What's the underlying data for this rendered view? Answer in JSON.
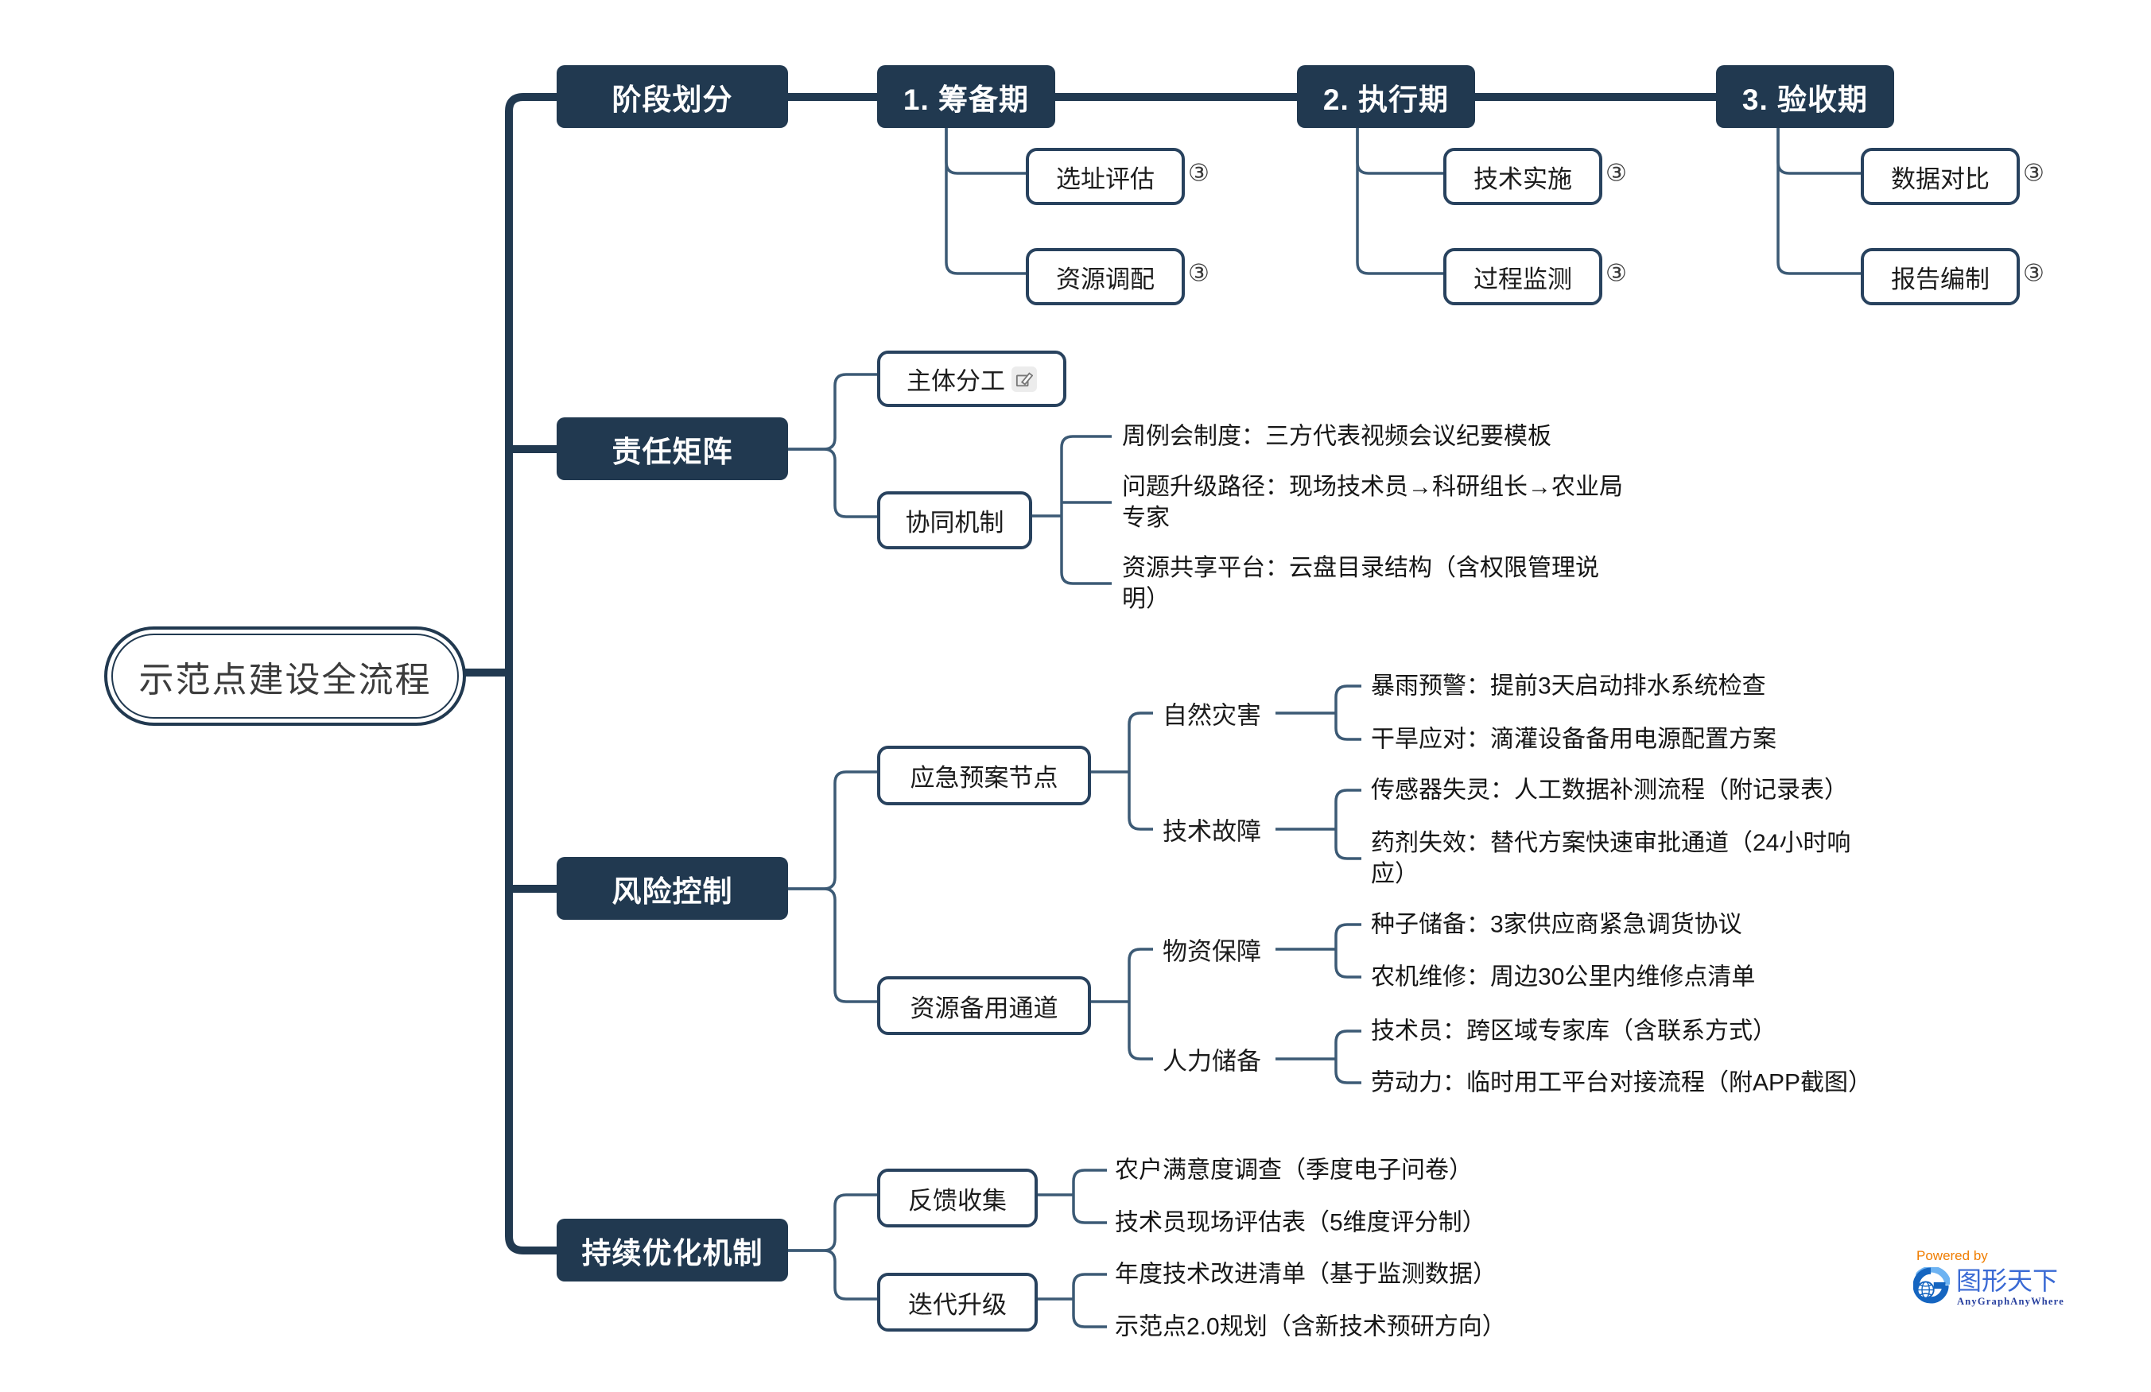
{
  "root_label": "示范点建设全流程",
  "branch_stage": {
    "label": "阶段划分",
    "periods": [
      {
        "label": "1. 筹备期",
        "children": [
          {
            "label": "选址评估",
            "marker": "③"
          },
          {
            "label": "资源调配",
            "marker": "③"
          }
        ]
      },
      {
        "label": "2. 执行期",
        "children": [
          {
            "label": "技术实施",
            "marker": "③"
          },
          {
            "label": "过程监测",
            "marker": "③"
          }
        ]
      },
      {
        "label": "3. 验收期",
        "children": [
          {
            "label": "数据对比",
            "marker": "③"
          },
          {
            "label": "报告编制",
            "marker": "③"
          }
        ]
      }
    ]
  },
  "branch_responsibility": {
    "label": "责任矩阵",
    "node_division": {
      "label": "主体分工"
    },
    "node_coordination": {
      "label": "协同机制",
      "leaves": [
        "周例会制度：三方代表视频会议纪要模板",
        "问题升级路径：现场技术员→科研组长→农业局\n专家",
        "资源共享平台：云盘目录结构（含权限管理说\n明）"
      ]
    }
  },
  "branch_risk": {
    "label": "风险控制",
    "node_emergency": {
      "label": "应急预案节点",
      "sub_natural": {
        "label": "自然灾害",
        "leaves": [
          "暴雨预警：提前3天启动排水系统检查",
          "干旱应对：滴灌设备备用电源配置方案"
        ]
      },
      "sub_technical": {
        "label": "技术故障",
        "leaves": [
          "传感器失灵：人工数据补测流程（附记录表）",
          "药剂失效：替代方案快速审批通道（24小时响\n应）"
        ]
      }
    },
    "node_backup": {
      "label": "资源备用通道",
      "sub_material": {
        "label": "物资保障",
        "leaves": [
          "种子储备：3家供应商紧急调货协议",
          "农机维修：周边30公里内维修点清单"
        ]
      },
      "sub_manpower": {
        "label": "人力储备",
        "leaves": [
          "技术员：跨区域专家库（含联系方式）",
          "劳动力：临时用工平台对接流程（附APP截图）"
        ]
      }
    }
  },
  "branch_optimize": {
    "label": "持续优化机制",
    "node_feedback": {
      "label": "反馈收集",
      "leaves": [
        "农户满意度调查（季度电子问卷）",
        "技术员现场评估表（5维度评分制）"
      ]
    },
    "node_iterate": {
      "label": "迭代升级",
      "leaves": [
        "年度技术改进清单（基于监测数据）",
        "示范点2.0规划（含新技术预研方向）"
      ]
    }
  },
  "footer": {
    "powered_by": "Powered by",
    "brand_cn": "图形天下",
    "brand_en": "AnyGraphAnyWhere"
  },
  "colors": {
    "dark_navy": "#213950",
    "thin_line": "#3c5a75",
    "box_border": "#28425e",
    "accent_orange": "#f07d00",
    "brand_blue": "#3a6ad4"
  }
}
